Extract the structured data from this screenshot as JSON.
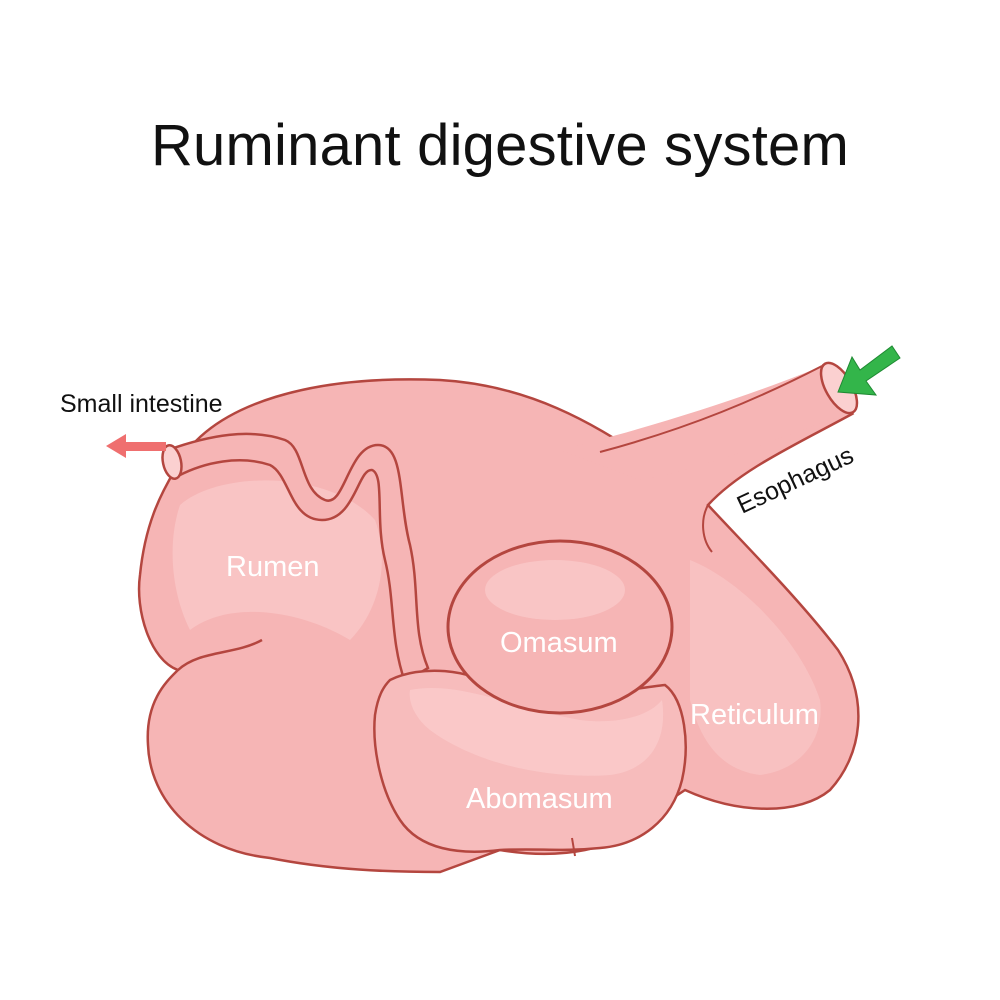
{
  "title": "Ruminant digestive system",
  "labels": {
    "small_intestine": "Small intestine",
    "esophagus": "Esophagus",
    "rumen": "Rumen",
    "omasum": "Omasum",
    "reticulum": "Reticulum",
    "abomasum": "Abomasum"
  },
  "colors": {
    "tissue": "#f6b5b5",
    "tissue_highlight": "#fbd0d0",
    "outline": "#b4463f",
    "inflow_arrow": "#33b54a",
    "outflow_arrow": "#ef6f6f",
    "label_text": "#ffffff"
  },
  "icons": {
    "inflow_arrow": "arrow-into-esophagus-icon",
    "outflow_arrow": "arrow-out-of-intestine-icon"
  }
}
